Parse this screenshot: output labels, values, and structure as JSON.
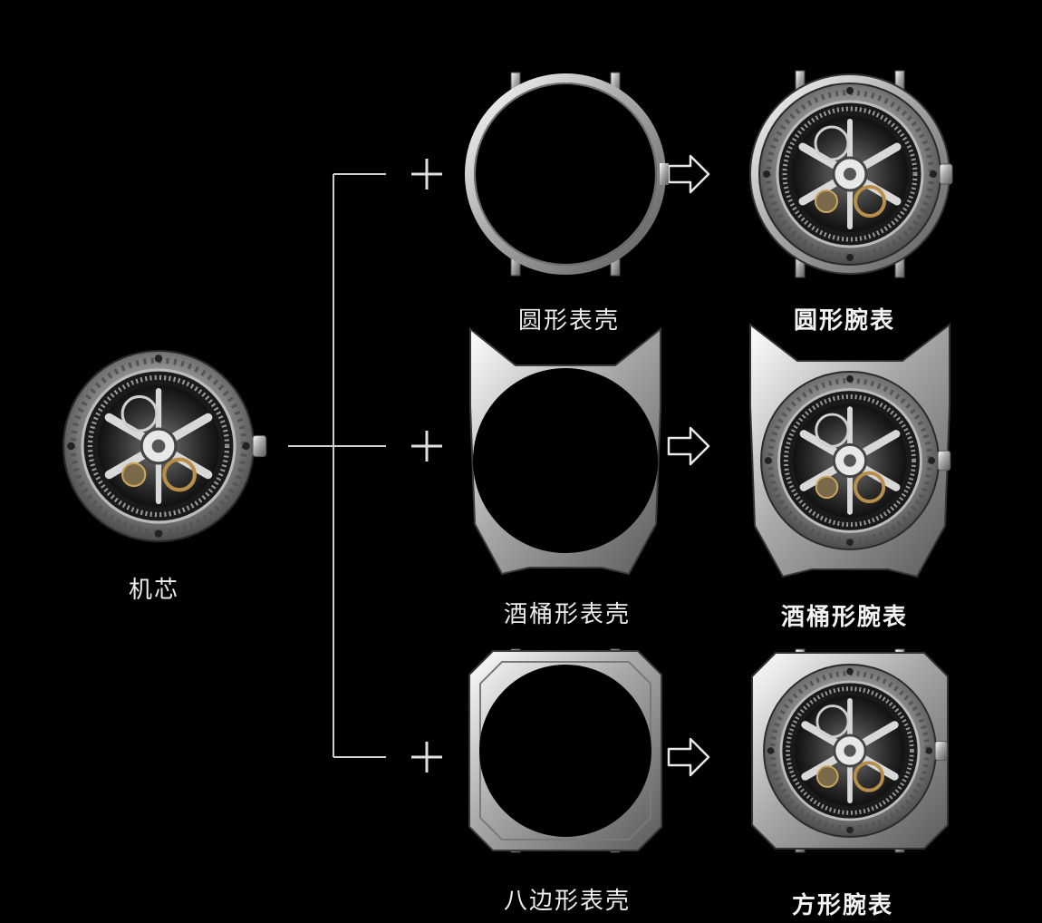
{
  "movement": {
    "label": "机芯"
  },
  "rows": [
    {
      "case_label": "圆形表壳",
      "watch_label": "圆形腕表",
      "case_shape": "round",
      "plus": "+",
      "arrow": "arrow-right-outline-icon"
    },
    {
      "case_label": "酒桶形表壳",
      "watch_label": "酒桶形腕表",
      "case_shape": "barrel",
      "plus": "+",
      "arrow": "arrow-right-outline-icon"
    },
    {
      "case_label": "八边形表壳",
      "watch_label": "方形腕表",
      "case_shape": "octagon",
      "plus": "+",
      "arrow": "arrow-right-outline-icon"
    }
  ],
  "colors": {
    "background": "#000000",
    "line": "#cfcfcf",
    "text": "#ececec",
    "metal": "#c8c8c8"
  }
}
